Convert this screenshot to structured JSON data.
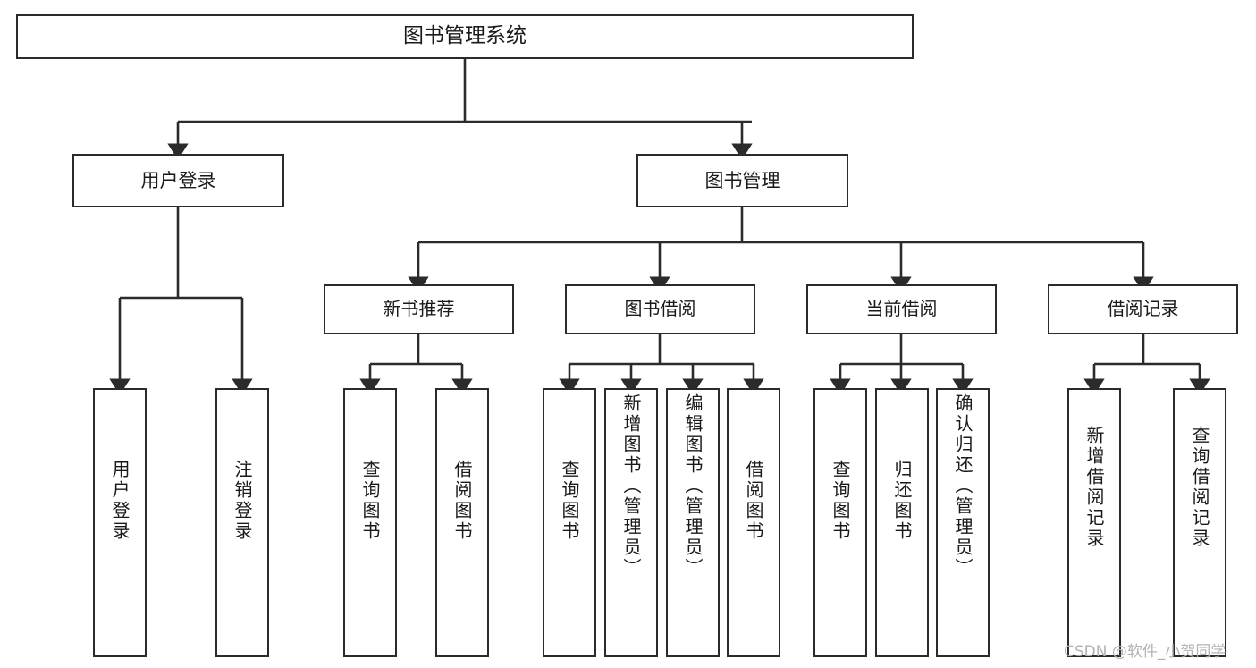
{
  "diagram": {
    "type": "tree-hierarchy",
    "title": "图书管理系统",
    "root": {
      "label": "图书管理系统"
    },
    "level1": [
      {
        "label": "用户登录"
      },
      {
        "label": "图书管理"
      }
    ],
    "level2": [
      {
        "label": "新书推荐"
      },
      {
        "label": "图书借阅"
      },
      {
        "label": "当前借阅"
      },
      {
        "label": "借阅记录"
      }
    ],
    "leaves": {
      "user_login": [
        {
          "label": "用户登录"
        },
        {
          "label": "注销登录"
        }
      ],
      "new_book_recommend": [
        {
          "label": "查询图书"
        },
        {
          "label": "借阅图书"
        }
      ],
      "book_borrow": [
        {
          "label": "查询图书"
        },
        {
          "label": "新增图书（管理员）"
        },
        {
          "label": "编辑图书（管理员）"
        },
        {
          "label": "借阅图书"
        }
      ],
      "current_borrow": [
        {
          "label": "查询图书"
        },
        {
          "label": "归还图书"
        },
        {
          "label": "确认归还（管理员）"
        }
      ],
      "borrow_records": [
        {
          "label": "新增借阅记录"
        },
        {
          "label": "查询借阅记录"
        }
      ]
    }
  },
  "watermark": {
    "text": "CSDN @软件_小贺同学"
  },
  "colors": {
    "stroke": "#2b2b2b",
    "background": "#ffffff",
    "text": "#1a1a1a",
    "watermark": "#b3b3b3"
  }
}
